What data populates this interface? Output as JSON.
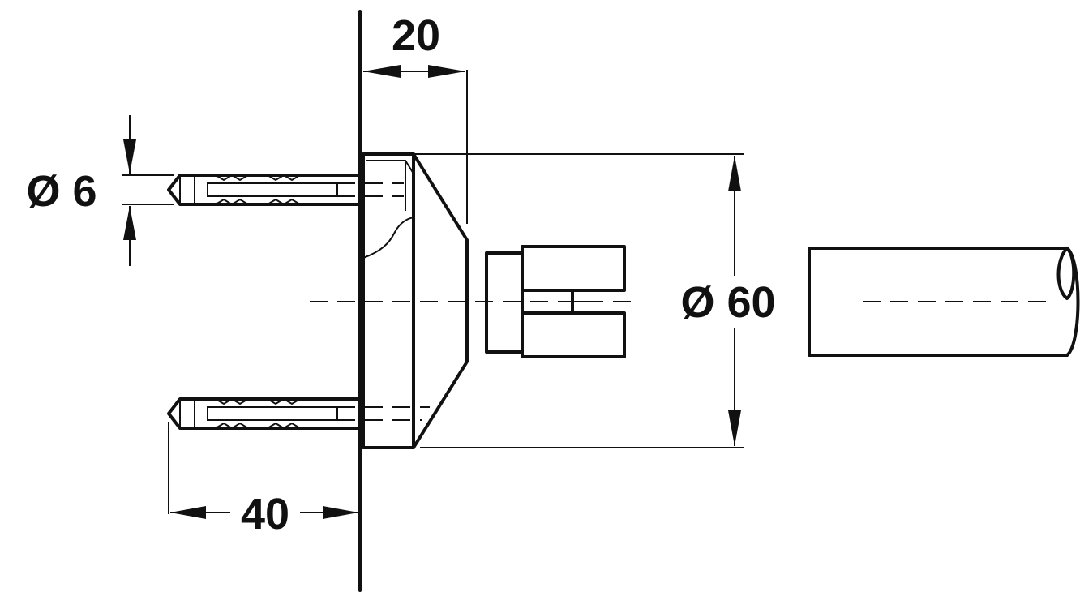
{
  "dimensions": {
    "depth_label": "20",
    "plug_diameter_label": "Ø 6",
    "screw_length_label": "40",
    "tube_diameter_label": "Ø 60"
  }
}
